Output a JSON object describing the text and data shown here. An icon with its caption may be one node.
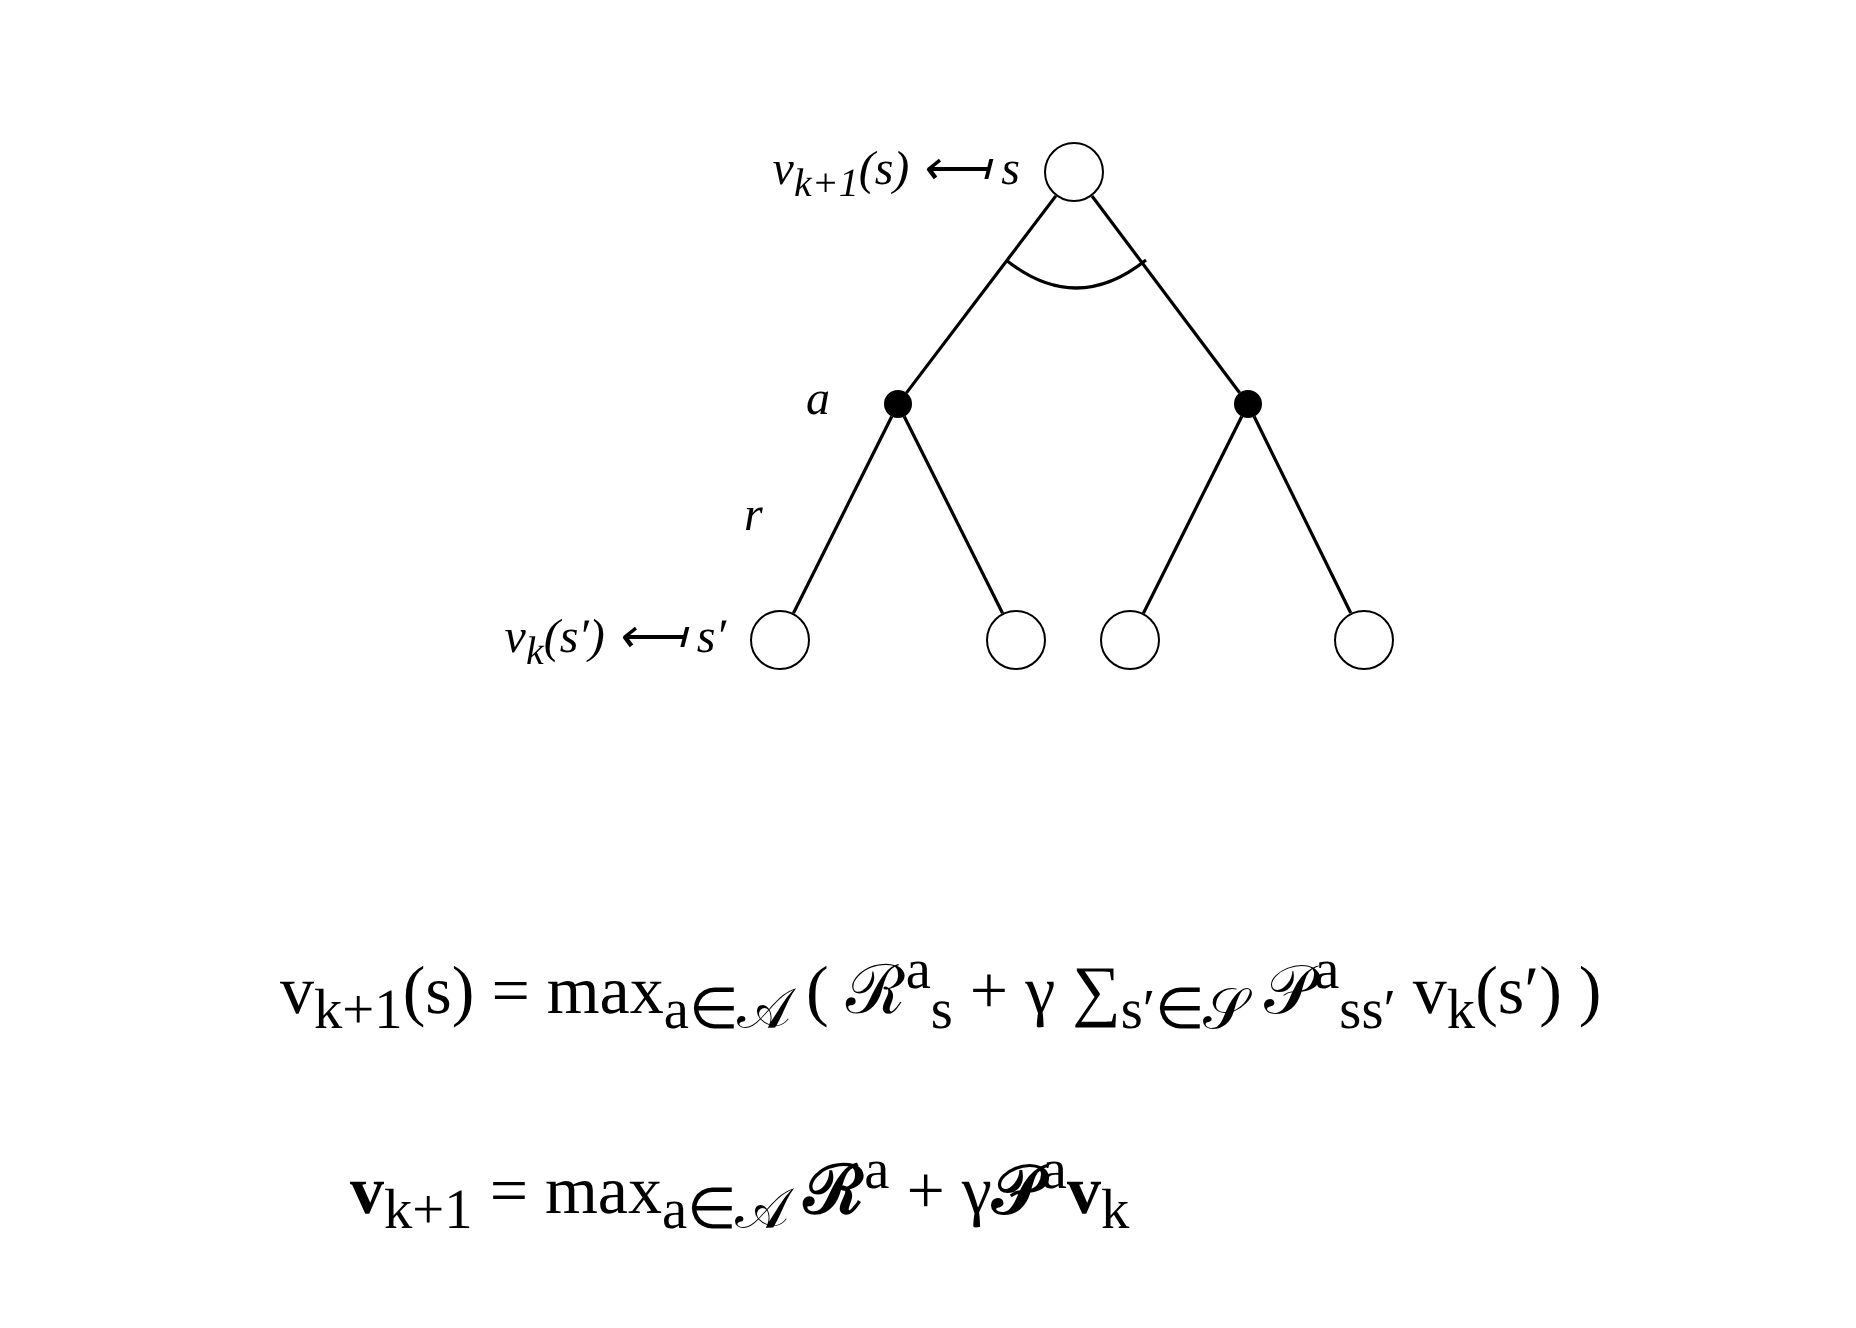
{
  "diagram": {
    "nodes": [
      {
        "text": [],
        "shape": "circle",
        "beside": [
          "v$_{k+1}$(s) ⟻ s"
        ]
      },
      {
        "text": [],
        "shape": "circle"
      },
      {
        "text": [],
        "shape": "circle"
      },
      {
        "text": [],
        "shape": "circle",
        "beside": [
          "v$_{k}$(s′) ⟻ s′"
        ]
      },
      {
        "text": [],
        "shape": "circle"
      },
      {
        "text": [],
        "shape": "circle"
      },
      {
        "text": [],
        "shape": "circle"
      }
    ],
    "edges": [
      {
        "from": 0,
        "to": 1,
        "arrow": "none"
      },
      {
        "from": 0,
        "to": 2,
        "arrow": "none"
      },
      {
        "from": 1,
        "to": 3,
        "arrow": "none"
      },
      {
        "from": 1,
        "to": 4,
        "arrow": "none"
      },
      {
        "from": 2,
        "to": 5,
        "arrow": "none"
      },
      {
        "from": 2,
        "to": 6,
        "arrow": "none"
      }
    ],
    "labels": [
      "a",
      "r",
      "v$_{k+1}$(s) = max$_{a∈𝒜}$ ( ℛ$^{a}$$_{s}$ + γ ∑$_{s′∈𝒮}$ 𝒫$^{a}$$_{ss′}$ v$_{k}$(s′) )",
      "**v**$_{k+1}$ = max$_{a∈𝒜}$ **ℛ**$^{a}$ + γ**𝒫**$^{a}$**v**$_{k}$"
    ]
  }
}
